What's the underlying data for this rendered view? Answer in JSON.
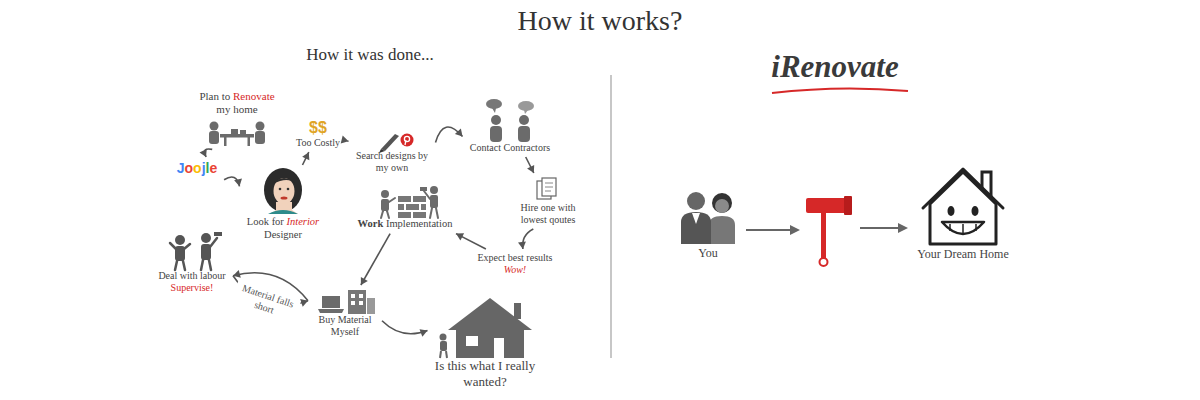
{
  "diagram": {
    "title": "How it works?",
    "nodes": [
      {
        "text": [
          "Plan to Renovate my home"
        ]
      },
      {
        "text": [
          "Joojle"
        ]
      },
      {
        "text": [
          "Look for Interior Designer"
        ]
      },
      {
        "text": [
          "$$",
          "Too Costly"
        ]
      },
      {
        "text": [
          "Search designs by my own"
        ]
      },
      {
        "text": [
          "Contact Contractors"
        ]
      },
      {
        "text": [
          "Hire one with lowest qoutes"
        ]
      },
      {
        "text": [
          "Expect best results",
          "Wow!"
        ]
      },
      {
        "text": [
          "Work Implementation"
        ]
      },
      {
        "text": [
          "Buy Material Myself"
        ]
      },
      {
        "text": [
          "Deal with labour",
          "Supervise!"
        ]
      },
      {
        "text": [
          "Is this what I really wanted?"
        ]
      },
      {
        "text": [
          "You"
        ]
      },
      {
        "text": [
          "Your Dream Home"
        ]
      }
    ],
    "edges": [
      {
        "from": 0,
        "to": 1,
        "arrow": "to"
      },
      {
        "from": 1,
        "to": 2,
        "arrow": "to"
      },
      {
        "from": 2,
        "to": 3,
        "arrow": "to"
      },
      {
        "from": 3,
        "to": 4,
        "arrow": "to"
      },
      {
        "from": 4,
        "to": 5,
        "arrow": "to"
      },
      {
        "from": 5,
        "to": 6,
        "arrow": "to"
      },
      {
        "from": 6,
        "to": 7,
        "arrow": "to"
      },
      {
        "from": 7,
        "to": 8,
        "arrow": "to"
      },
      {
        "from": 8,
        "to": 9,
        "arrow": "to"
      },
      {
        "from": 9,
        "to": 10,
        "arrow": "to"
      },
      {
        "from": 10,
        "to": 9,
        "label": "Material falls short",
        "arrow": "to"
      },
      {
        "from": 9,
        "to": 11,
        "arrow": "to"
      }
    ],
    "labels": [
      "How it was done...",
      "iRenovate"
    ]
  }
}
